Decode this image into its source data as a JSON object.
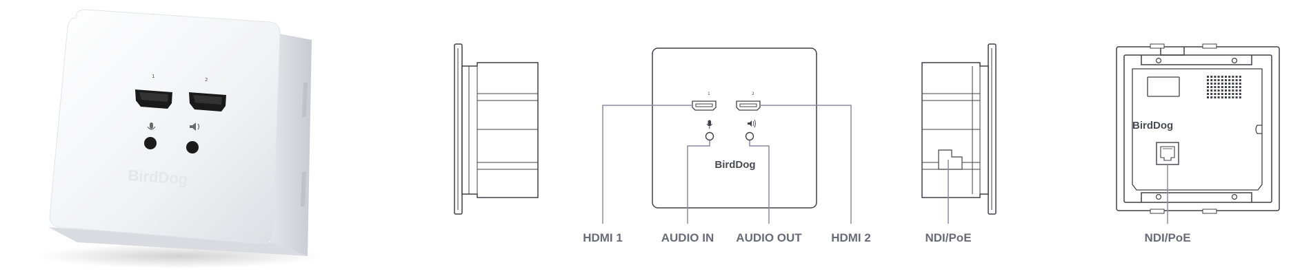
{
  "product": {
    "brand_on_plate": "BirdDog",
    "port_numbers": [
      "1",
      "2"
    ]
  },
  "callouts": {
    "hdmi1": "HDMI 1",
    "audio_in": "AUDIO IN",
    "audio_out": "AUDIO OUT",
    "hdmi2": "HDMI 2",
    "ndi_poe_side": "NDI/PoE",
    "ndi_poe_back": "NDI/PoE"
  },
  "front_brand": "BirdDog",
  "back_brand": "BirdDog",
  "icons": {
    "mic": "microphone-icon",
    "speaker": "speaker-icon",
    "ethernet": "ethernet-port-icon"
  },
  "colors": {
    "line_art": "#3f3f46",
    "callout_line": "#8a8aa0",
    "callout_text": "#6b6b78",
    "photo_plate": "#f4f5f7"
  }
}
